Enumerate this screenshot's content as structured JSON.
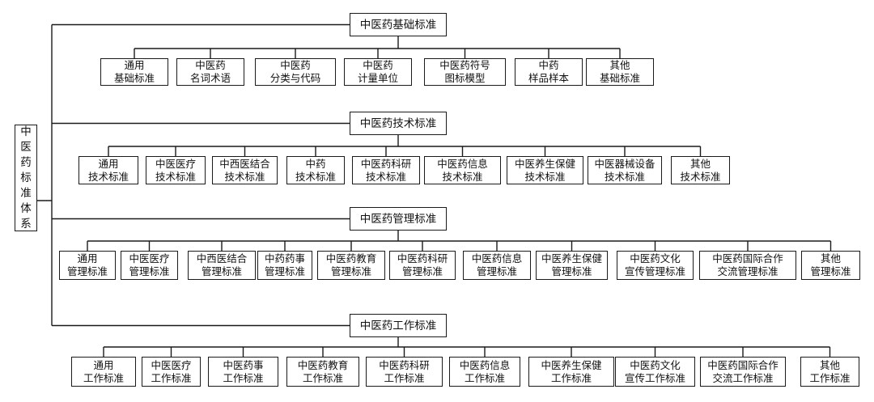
{
  "root": {
    "label": "中医药标准体系"
  },
  "categories": [
    {
      "title": "中医药基础标准",
      "items": [
        [
          "通用",
          "基础标准"
        ],
        [
          "中医药",
          "名词术语"
        ],
        [
          "中医药",
          "分类与代码"
        ],
        [
          "中医药",
          "计量单位"
        ],
        [
          "中医药符号",
          "图标模型"
        ],
        [
          "中药",
          "样品样本"
        ],
        [
          "其他",
          "基础标准"
        ]
      ]
    },
    {
      "title": "中医药技术标准",
      "items": [
        [
          "通用",
          "技术标准"
        ],
        [
          "中医医疗",
          "技术标准"
        ],
        [
          "中西医结合",
          "技术标准"
        ],
        [
          "中药",
          "技术标准"
        ],
        [
          "中医药科研",
          "技术标准"
        ],
        [
          "中医药信息",
          "技术标准"
        ],
        [
          "中医养生保健",
          "技术标准"
        ],
        [
          "中医器械设备",
          "技术标准"
        ],
        [
          "其他",
          "技术标准"
        ]
      ]
    },
    {
      "title": "中医药管理标准",
      "items": [
        [
          "通用",
          "管理标准"
        ],
        [
          "中医医疗",
          "管理标准"
        ],
        [
          "中西医结合",
          "管理标准"
        ],
        [
          "中药药事",
          "管理标准"
        ],
        [
          "中医药教育",
          "管理标准"
        ],
        [
          "中医药科研",
          "管理标准"
        ],
        [
          "中医药信息",
          "管理标准"
        ],
        [
          "中医养生保健",
          "管理标准"
        ],
        [
          "中医药文化",
          "宣传管理标准"
        ],
        [
          "中医药国际合作",
          "交流管理标准"
        ],
        [
          "其他",
          "管理标准"
        ]
      ]
    },
    {
      "title": "中医药工作标准",
      "items": [
        [
          "通用",
          "工作标准"
        ],
        [
          "中医医疗",
          "工作标准"
        ],
        [
          "中医药事",
          "工作标准"
        ],
        [
          "中医药教育",
          "工作标准"
        ],
        [
          "中医药科研",
          "工作标准"
        ],
        [
          "中医药信息",
          "工作标准"
        ],
        [
          "中医养生保健",
          "工作标准"
        ],
        [
          "中医药文化",
          "宣传工作标准"
        ],
        [
          "中医药国际合作",
          "交流工作标准"
        ],
        [
          "其他",
          "工作标准"
        ]
      ]
    }
  ]
}
